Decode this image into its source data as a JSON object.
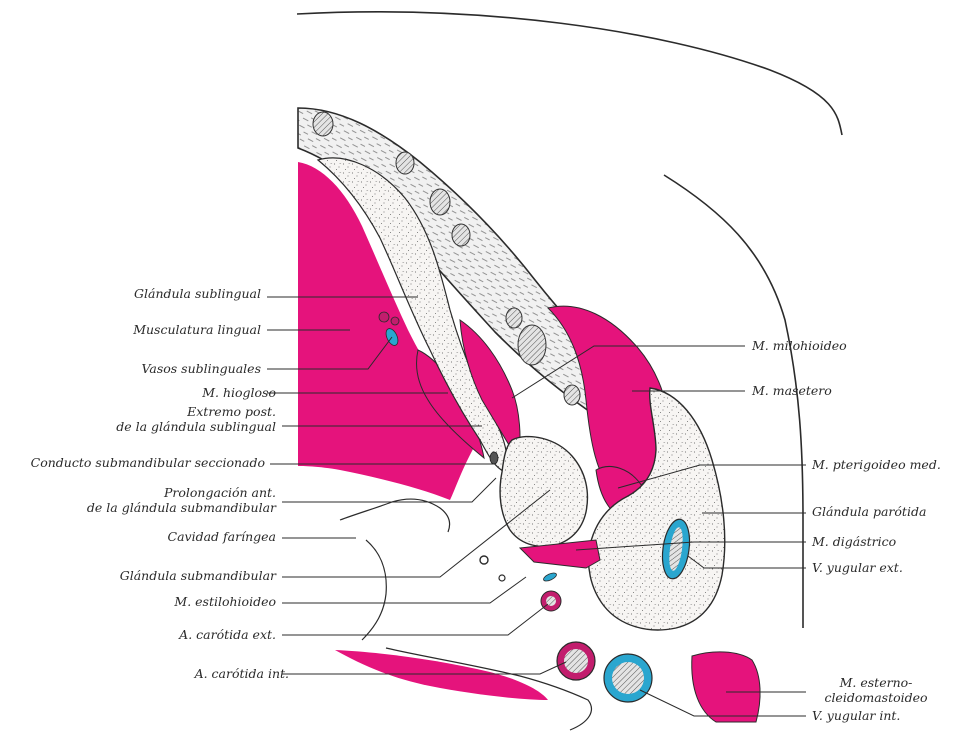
{
  "colors": {
    "muscle": "#e5137c",
    "vein": "#2aa6cf",
    "artery_ring": "#c21d6d",
    "outline": "#2b2b2b",
    "gland_fill": "#f6f4f2",
    "bone_fill": "#efefef"
  },
  "labels": {
    "left": {
      "glandula_sublingual": "Glándula sublingual",
      "musculatura_lingual": "Musculatura lingual",
      "vasos_sublinguales": "Vasos sublinguales",
      "m_hiogloso": "M. hiogloso",
      "extremo_post_1": "Extremo post.",
      "extremo_post_2": "de la glándula sublingual",
      "conducto": "Conducto submandibular seccionado",
      "prolongacion_1": "Prolongación ant.",
      "prolongacion_2": "de la glándula submandibular",
      "cavidad": "Cavidad faríngea",
      "glandula_submandibular": "Glándula submandibular",
      "m_estilohioideo": "M. estilohioideo",
      "carotida_ext": "A. carótida ext.",
      "carotida_int": "A. carótida int."
    },
    "right": {
      "m_milohioideo": "M. milohioideo",
      "m_masetero": "M. masetero",
      "m_pterigoideo": "M. pterigoideo med.",
      "glandula_parotida": "Glándula parótida",
      "m_digastrico": "M. digástrico",
      "v_yugular_ext": "V. yugular ext.",
      "esterno_1": "M. esterno-",
      "esterno_2": "cleidomastoideo",
      "v_yugular_int": "V. yugular int."
    }
  }
}
